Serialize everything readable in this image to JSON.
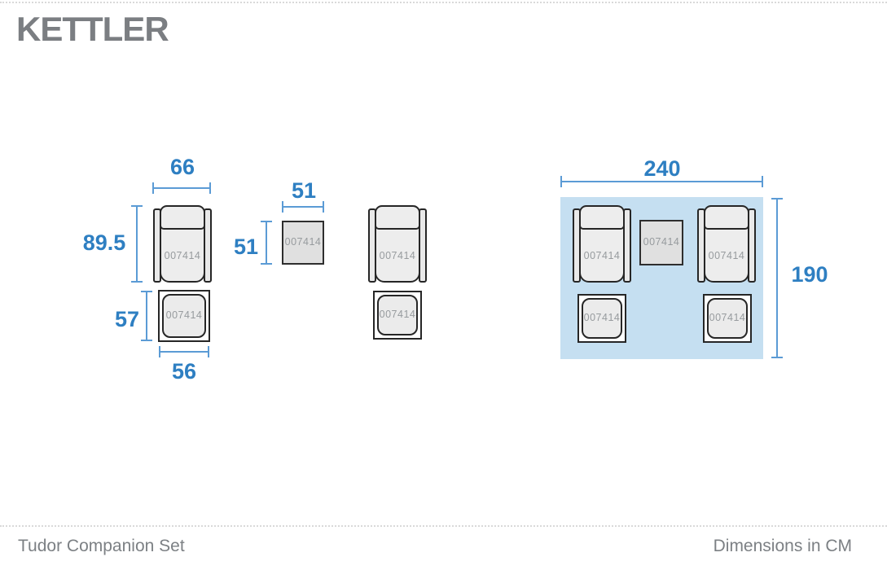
{
  "brand": {
    "logo_text": "KETTLER"
  },
  "footer": {
    "product_name": "Tudor Companion Set",
    "units_note": "Dimensions in CM"
  },
  "product_code": "007414",
  "colors": {
    "dimension_text": "#2e7fc2",
    "dimension_line": "#5b9bd5",
    "layout_fill": "#c5dff1",
    "furniture_outline": "#262626",
    "furniture_fill": "#ededed",
    "code_text": "#979b9e",
    "logo_gray": "#7b7e82"
  },
  "diagrams": {
    "armchair": {
      "code": "007414",
      "width_cm": "66",
      "height_cm": "89.5"
    },
    "footstool": {
      "code": "007414",
      "width_cm": "56",
      "height_cm": "57"
    },
    "side_table": {
      "code": "007414",
      "width_cm": "51",
      "height_cm": "51"
    },
    "armchair_right": {
      "code": "007414"
    },
    "footstool_right": {
      "code": "007414"
    },
    "set_layout": {
      "width_cm": "240",
      "height_cm": "190",
      "chair_left_code": "007414",
      "chair_right_code": "007414",
      "table_code": "007414",
      "footstool_left_code": "007414",
      "footstool_right_code": "007414"
    }
  }
}
